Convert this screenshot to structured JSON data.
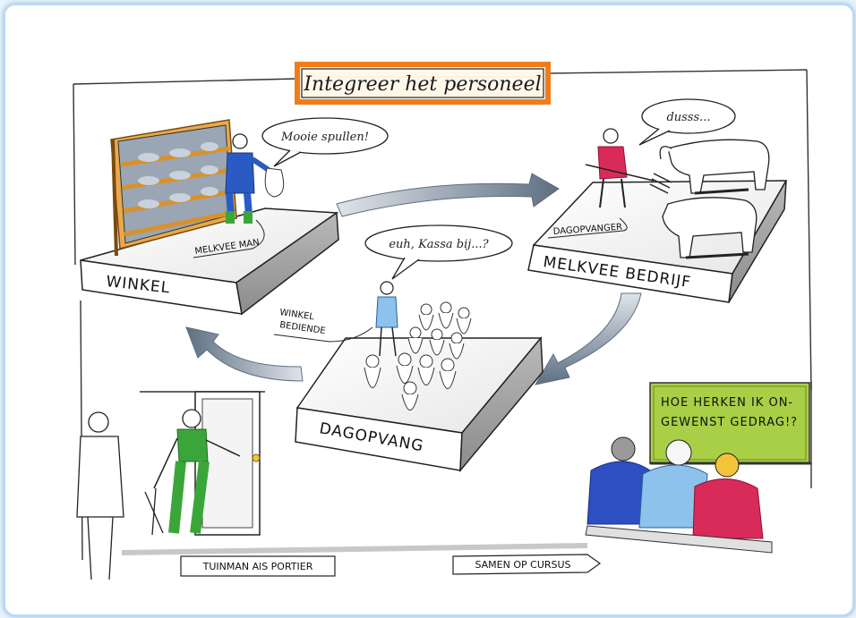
{
  "title": "Integreer het personeel",
  "platforms": {
    "winkel": "WINKEL",
    "melkvee_bedrijf": "MELKVEE BEDRIJF",
    "dagopvang": "DAGOPVANG"
  },
  "labels": {
    "melkvee_man": "MELKVEE MAN",
    "dagopvanger": "DAGOPVANGER",
    "winkel_bediende_1": "WINKEL",
    "winkel_bediende_2": "BEDIENDE",
    "tuinman": "TUINMAN AlS PORTIER",
    "samen_op_cursus": "SAMEN OP CURSUS"
  },
  "bubbles": {
    "mooie_spullen": "Mooie spullen!",
    "dusss": "dusss...",
    "euh_kassa": "euh, Kassa bij...?"
  },
  "board": {
    "line1": "HOE HERKEN IK ON-",
    "line2": "GEWENST GEDRAG!?"
  },
  "colors": {
    "title_frame": "#f07d1a",
    "board": "#a9cf47",
    "shelf": "#d9912a",
    "arrow": "#5e6f82",
    "farmer": "#2a5bc4",
    "gardener": "#3aa63a",
    "person_blue": "#2d4fc2",
    "person_light": "#8cc2ec",
    "person_red": "#d92b5a"
  },
  "icons": [
    "speech-bubble-icon",
    "cycle-arrow-icon",
    "shelf-icon",
    "cow-icon",
    "pitchfork-icon",
    "door-icon"
  ]
}
